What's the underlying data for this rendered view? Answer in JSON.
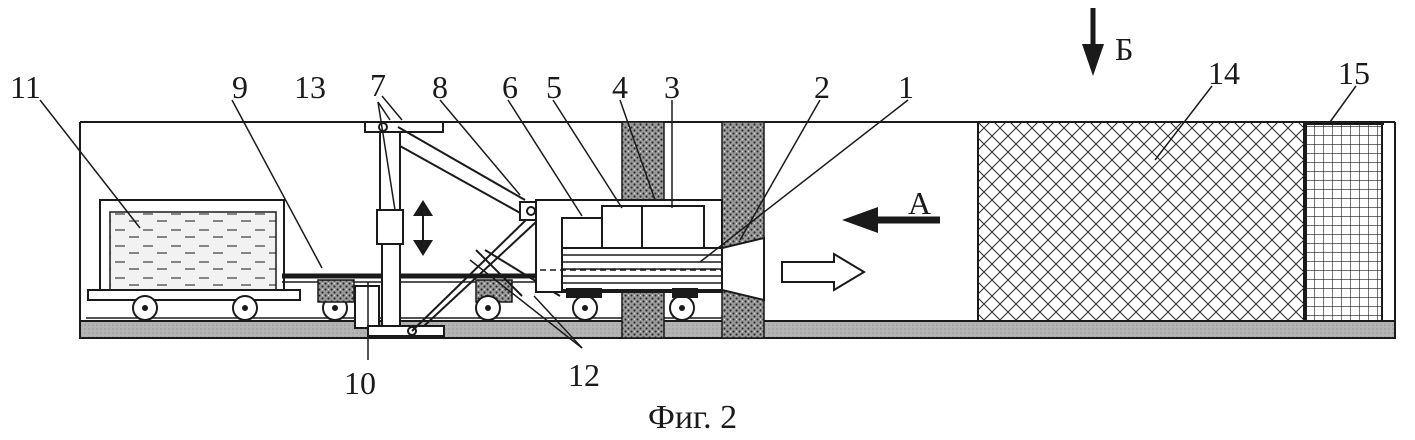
{
  "figure": {
    "caption": "Фиг. 2",
    "labels": {
      "l1": "1",
      "l2": "2",
      "l3": "3",
      "l4": "4",
      "l5": "5",
      "l6": "6",
      "l7": "7",
      "l8": "8",
      "l9": "9",
      "l10": "10",
      "l11": "11",
      "l12": "12",
      "l13": "13",
      "l14": "14",
      "l15": "15"
    },
    "view_a": "А",
    "view_b": "Б"
  }
}
